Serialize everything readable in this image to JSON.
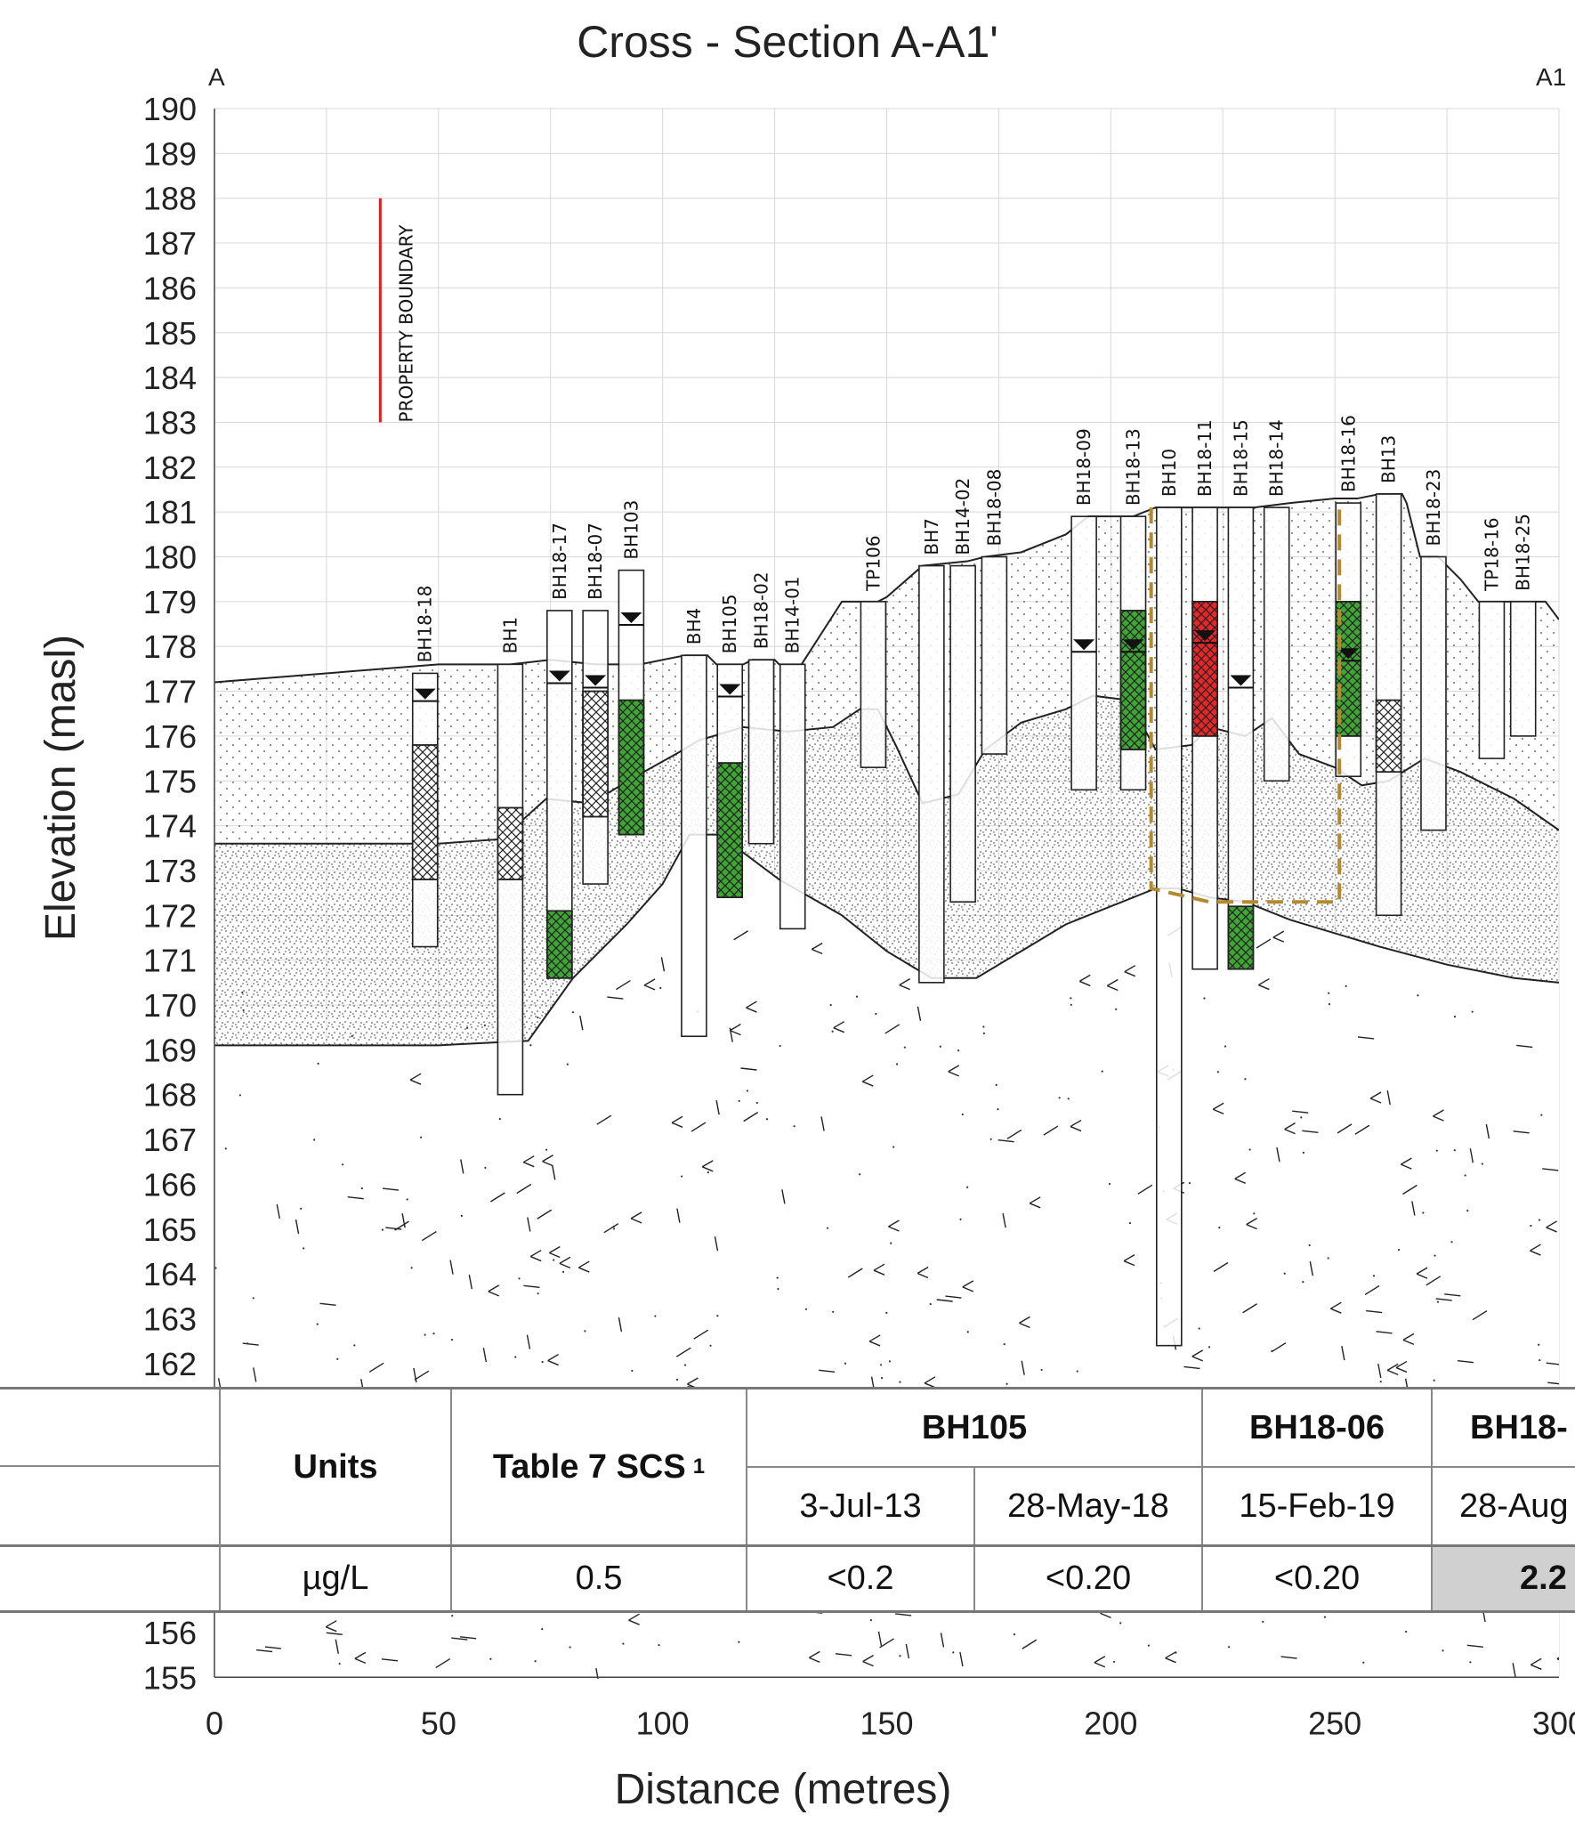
{
  "title": "Cross - Section A-A1'",
  "section_start_label": "A",
  "section_end_label": "A1",
  "y_axis_label": "Elevation (masl)",
  "x_axis_label": "Distance (metres)",
  "y_ticks_upper": [
    "190",
    "189",
    "188",
    "187",
    "186",
    "185",
    "184",
    "183",
    "182",
    "181",
    "180",
    "179",
    "178",
    "177",
    "176",
    "175",
    "174",
    "173",
    "172",
    "171",
    "170",
    "169",
    "168",
    "167",
    "166",
    "165",
    "164",
    "163",
    "162"
  ],
  "y_ticks_lower": [
    "156",
    "155"
  ],
  "x_ticks": [
    "0",
    "50",
    "100",
    "150",
    "200",
    "250",
    "300"
  ],
  "property_boundary_label": "PROPERTY BOUNDARY",
  "borehole_labels": [
    "BH18-18",
    "BH1",
    "BH18-17",
    "BH18-07",
    "BH103",
    "BH4",
    "BH105",
    "BH18-02",
    "BH14-01",
    "TP106",
    "BH7",
    "BH14-02",
    "BH18-08",
    "BH18-09",
    "BH18-13",
    "BH10",
    "BH18-11",
    "BH18-15",
    "BH18-14",
    "BH18-16",
    "BH13",
    "BH18-23",
    "TP18-16",
    "BH18-25"
  ],
  "colors": {
    "exceedance": "#e8262a",
    "below_standard": "#3fa535",
    "unsampled": "#ffffff",
    "property_boundary": "#e02020",
    "zone_outline": "#b5892e",
    "grid": "#d8d8d8",
    "highlight_cell": "#d0d0d0"
  },
  "results_table": {
    "units_header": "Units",
    "standard_header": "Table 7 SCS",
    "standard_note": "1",
    "groups": [
      {
        "name": "BH105",
        "dates": [
          "3-Jul-13",
          "28-May-18"
        ],
        "values": [
          "<0.2",
          "<0.20"
        ]
      },
      {
        "name": "BH18-06",
        "dates": [
          "15-Feb-19"
        ],
        "values": [
          "<0.20"
        ]
      },
      {
        "name": "BH18-",
        "dates": [
          "28-Aug"
        ],
        "values": [
          "2.2"
        ]
      }
    ],
    "units": "µg/L",
    "standard_value": "0.5"
  },
  "chart_data": {
    "type": "cross-section",
    "title": "Cross - Section A-A1'",
    "xlabel": "Distance (metres)",
    "ylabel": "Elevation (masl)",
    "xlim": [
      0,
      300
    ],
    "ylim": [
      155,
      190
    ],
    "x_ticks": [
      0,
      50,
      100,
      150,
      200,
      250,
      300
    ],
    "grid": true,
    "property_boundary": {
      "x": 37,
      "y_range": [
        183,
        188
      ]
    },
    "ground_surface": [
      [
        0,
        177.2
      ],
      [
        50,
        177.6
      ],
      [
        66,
        177.6
      ],
      [
        75,
        177.7
      ],
      [
        85,
        177.6
      ],
      [
        95,
        177.6
      ],
      [
        105,
        177.8
      ],
      [
        110,
        177.8
      ],
      [
        112,
        177.6
      ],
      [
        118,
        177.6
      ],
      [
        120,
        177.7
      ],
      [
        125,
        177.7
      ],
      [
        126,
        177.6
      ],
      [
        131,
        177.6
      ],
      [
        140,
        179
      ],
      [
        148,
        179
      ],
      [
        150,
        179.1
      ],
      [
        158,
        179.8
      ],
      [
        168,
        179.9
      ],
      [
        172,
        180
      ],
      [
        180,
        180.1
      ],
      [
        190,
        180.5
      ],
      [
        195,
        180.9
      ],
      [
        200,
        180.9
      ],
      [
        205,
        180.9
      ],
      [
        210,
        181.1
      ],
      [
        215,
        181.1
      ],
      [
        218,
        181.1
      ],
      [
        225,
        181.1
      ],
      [
        232,
        181.1
      ],
      [
        240,
        181.2
      ],
      [
        250,
        181.3
      ],
      [
        255,
        181.3
      ],
      [
        260,
        181.4
      ],
      [
        265,
        181.4
      ],
      [
        266,
        181.2
      ],
      [
        269,
        180
      ],
      [
        273,
        180
      ],
      [
        278,
        179.5
      ],
      [
        282,
        179
      ],
      [
        288,
        179
      ],
      [
        297,
        179
      ],
      [
        300,
        178.6
      ]
    ],
    "layer1_base": [
      [
        0,
        173.6
      ],
      [
        50,
        173.6
      ],
      [
        64,
        173.7
      ],
      [
        74,
        174.6
      ],
      [
        84,
        174.5
      ],
      [
        94,
        175.1
      ],
      [
        103,
        175.6
      ],
      [
        108,
        175.9
      ],
      [
        118,
        176.2
      ],
      [
        128,
        176.1
      ],
      [
        138,
        176.2
      ],
      [
        144,
        176.6
      ],
      [
        148,
        176.6
      ],
      [
        152,
        175.8
      ],
      [
        158,
        174.5
      ],
      [
        166,
        174.7
      ],
      [
        172,
        175.7
      ],
      [
        180,
        176.3
      ],
      [
        190,
        176.6
      ],
      [
        196,
        176.9
      ],
      [
        204,
        176.8
      ],
      [
        210,
        175.7
      ],
      [
        218,
        175.8
      ],
      [
        222,
        176.2
      ],
      [
        230,
        176
      ],
      [
        236,
        176.4
      ],
      [
        242,
        175.6
      ],
      [
        250,
        175.3
      ],
      [
        256,
        174.9
      ],
      [
        262,
        175
      ],
      [
        270,
        175.5
      ],
      [
        278,
        175.2
      ],
      [
        290,
        174.6
      ],
      [
        300,
        173.9
      ]
    ],
    "layer2_base": [
      [
        0,
        169.1
      ],
      [
        50,
        169.1
      ],
      [
        70,
        169.2
      ],
      [
        80,
        170.6
      ],
      [
        92,
        171.8
      ],
      [
        100,
        172.7
      ],
      [
        106,
        173.8
      ],
      [
        112,
        173.8
      ],
      [
        118,
        173.4
      ],
      [
        126,
        172.8
      ],
      [
        140,
        172
      ],
      [
        150,
        171.2
      ],
      [
        160,
        170.6
      ],
      [
        170,
        170.6
      ],
      [
        180,
        171.2
      ],
      [
        190,
        171.8
      ],
      [
        200,
        172.2
      ],
      [
        210,
        172.6
      ],
      [
        215,
        172.6
      ],
      [
        222,
        172.4
      ],
      [
        230,
        172.3
      ],
      [
        240,
        171.9
      ],
      [
        250,
        171.6
      ],
      [
        260,
        171.3
      ],
      [
        275,
        170.9
      ],
      [
        290,
        170.6
      ],
      [
        300,
        170.5
      ]
    ],
    "layer1_dashed_extent": {
      "x_range": [
        0,
        47
      ]
    },
    "boreholes": [
      {
        "name": "BH18-18",
        "x": 47,
        "top": 177.4,
        "bottom": 171.3,
        "water": 176.9,
        "sample": {
          "top": 175.8,
          "bottom": 172.8,
          "status": "unsampled"
        }
      },
      {
        "name": "BH1",
        "x": 66,
        "top": 177.6,
        "bottom": 168.0,
        "sample": {
          "top": 174.4,
          "bottom": 172.8,
          "status": "unsampled"
        }
      },
      {
        "name": "BH18-17",
        "x": 77,
        "top": 178.8,
        "bottom": 170.6,
        "water": 177.3,
        "sample": {
          "top": 172.1,
          "bottom": 170.6,
          "status": "below_standard"
        }
      },
      {
        "name": "BH18-07",
        "x": 85,
        "top": 178.8,
        "bottom": 172.7,
        "water": 177.2,
        "sample": {
          "top": 177.0,
          "bottom": 174.2,
          "status": "unsampled"
        }
      },
      {
        "name": "BH103",
        "x": 93,
        "top": 179.7,
        "bottom": 173.8,
        "water": 178.6,
        "sample": {
          "top": 176.8,
          "bottom": 173.8,
          "status": "below_standard"
        }
      },
      {
        "name": "BH4",
        "x": 107,
        "top": 177.8,
        "bottom": 169.3
      },
      {
        "name": "BH105",
        "x": 115,
        "top": 177.6,
        "bottom": 172.4,
        "water": 177.0,
        "sample": {
          "top": 175.4,
          "bottom": 172.4,
          "status": "below_standard"
        }
      },
      {
        "name": "BH18-02",
        "x": 122,
        "top": 177.7,
        "bottom": 173.6
      },
      {
        "name": "BH14-01",
        "x": 129,
        "top": 177.6,
        "bottom": 171.7
      },
      {
        "name": "TP106",
        "x": 147,
        "top": 179.0,
        "bottom": 175.3
      },
      {
        "name": "BH7",
        "x": 160,
        "top": 179.8,
        "bottom": 170.5
      },
      {
        "name": "BH14-02",
        "x": 167,
        "top": 179.8,
        "bottom": 172.3
      },
      {
        "name": "BH18-08",
        "x": 174,
        "top": 180.0,
        "bottom": 175.6
      },
      {
        "name": "BH18-09",
        "x": 194,
        "top": 180.9,
        "bottom": 174.8,
        "water": 178.0
      },
      {
        "name": "BH18-13",
        "x": 205,
        "top": 180.9,
        "bottom": 174.8,
        "water": 178.0,
        "sample": {
          "top": 178.8,
          "bottom": 175.7,
          "status": "below_standard"
        }
      },
      {
        "name": "BH10",
        "x": 213,
        "top": 181.1,
        "bottom": 162.4
      },
      {
        "name": "BH18-11",
        "x": 221,
        "top": 181.1,
        "bottom": 170.8,
        "water": 178.2,
        "sample": {
          "top": 179.0,
          "bottom": 176.0,
          "status": "exceedance"
        }
      },
      {
        "name": "BH18-15",
        "x": 229,
        "top": 181.1,
        "bottom": 170.8,
        "water": 177.2,
        "sample": {
          "top": 172.2,
          "bottom": 170.8,
          "status": "below_standard"
        }
      },
      {
        "name": "BH18-14",
        "x": 237,
        "top": 181.1,
        "bottom": 175.0
      },
      {
        "name": "BH18-16",
        "x": 253,
        "top": 181.2,
        "bottom": 175.1,
        "water": 177.8,
        "sample": {
          "top": 179.0,
          "bottom": 176.0,
          "status": "below_standard"
        }
      },
      {
        "name": "BH13",
        "x": 262,
        "top": 181.4,
        "bottom": 172.0,
        "sample": {
          "top": 176.8,
          "bottom": 175.2,
          "status": "unsampled"
        }
      },
      {
        "name": "BH18-23",
        "x": 272,
        "top": 180.0,
        "bottom": 173.9
      },
      {
        "name": "TP18-16",
        "x": 285,
        "top": 179.0,
        "bottom": 175.5
      },
      {
        "name": "BH18-25",
        "x": 292,
        "top": 179.0,
        "bottom": 176.0
      }
    ],
    "impact_zone": {
      "x_range": [
        209,
        251
      ],
      "top": 181.1,
      "bottom": 172.3
    },
    "bedrock_elevation_range": [
      155,
      172.6
    ]
  }
}
